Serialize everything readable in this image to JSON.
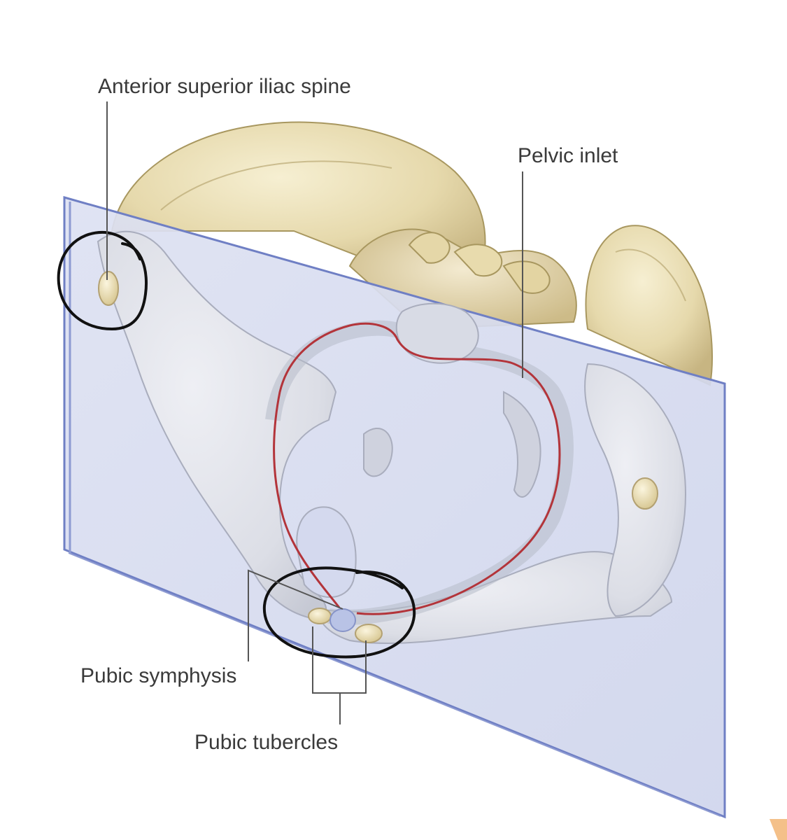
{
  "labels": {
    "asis": "Anterior superior iliac spine",
    "pelvic_inlet": "Pelvic inlet",
    "pubic_symphysis": "Pubic symphysis",
    "pubic_tubercles": "Pubic tubercles"
  },
  "colors": {
    "plane_fill": "#d7dcef",
    "plane_edge": "#6f7fc4",
    "bone": "#eadfba",
    "bone_shadow": "#c9b98a",
    "bone_in_plane": "#dddfe8",
    "inlet_line": "#b3343a",
    "leader_line": "#555555",
    "annotation_ink": "#111111",
    "symphysis": "#b9c3e6"
  }
}
